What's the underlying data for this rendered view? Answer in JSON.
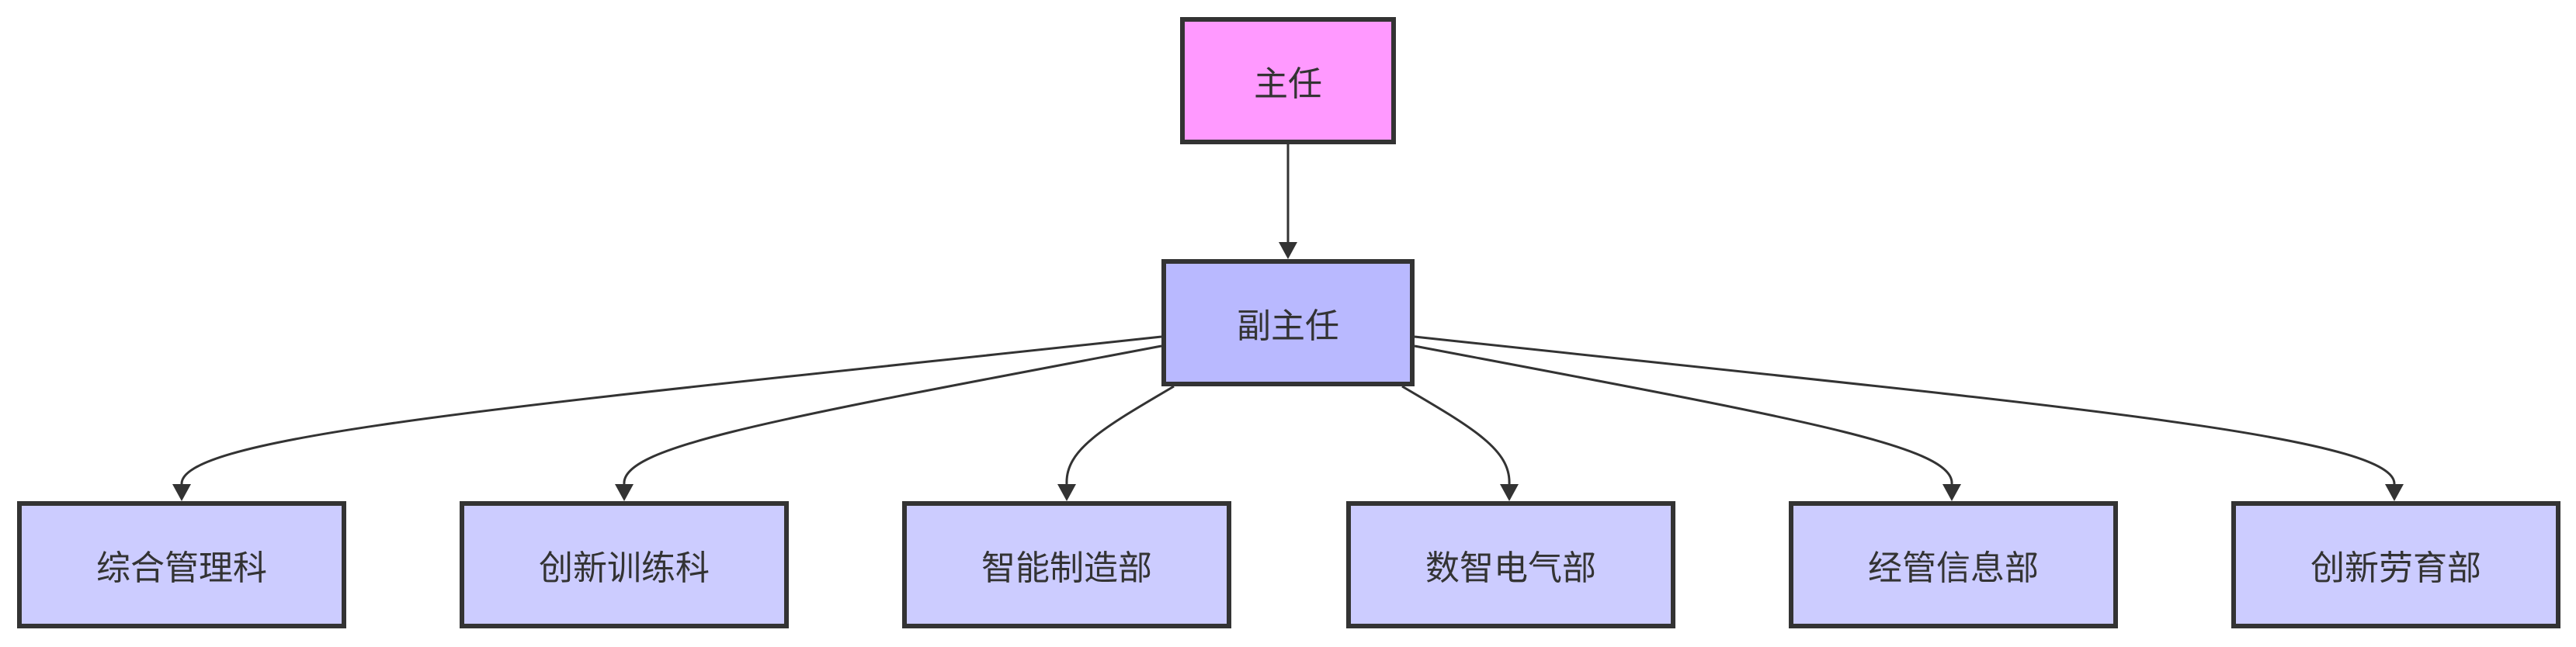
{
  "diagram": {
    "root": {
      "label": "主任",
      "fill": "#ff99ff"
    },
    "deputy": {
      "label": "副主任",
      "fill": "#b9b9ff"
    },
    "departments": [
      {
        "label": "综合管理科",
        "fill": "#ccccff"
      },
      {
        "label": "创新训练科",
        "fill": "#ccccff"
      },
      {
        "label": "智能制造部",
        "fill": "#ccccff"
      },
      {
        "label": "数智电气部",
        "fill": "#ccccff"
      },
      {
        "label": "经管信息部",
        "fill": "#ccccff"
      },
      {
        "label": "创新劳育部",
        "fill": "#ccccff"
      }
    ],
    "edge_color": "#333333",
    "edges": [
      {
        "from": "root",
        "to": "deputy"
      },
      {
        "from": "deputy",
        "to": "departments.0"
      },
      {
        "from": "deputy",
        "to": "departments.1"
      },
      {
        "from": "deputy",
        "to": "departments.2"
      },
      {
        "from": "deputy",
        "to": "departments.3"
      },
      {
        "from": "deputy",
        "to": "departments.4"
      },
      {
        "from": "deputy",
        "to": "departments.5"
      }
    ]
  }
}
